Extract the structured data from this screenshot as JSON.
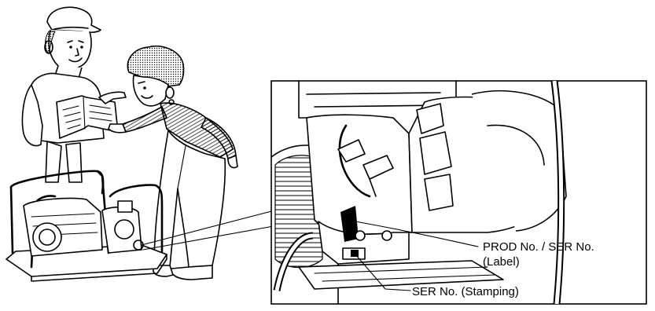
{
  "callouts": {
    "prod_label_line1": "PROD No. / SER No.",
    "prod_label_line2": "(Label)",
    "stamping_label": "SER No. (Stamping)"
  }
}
